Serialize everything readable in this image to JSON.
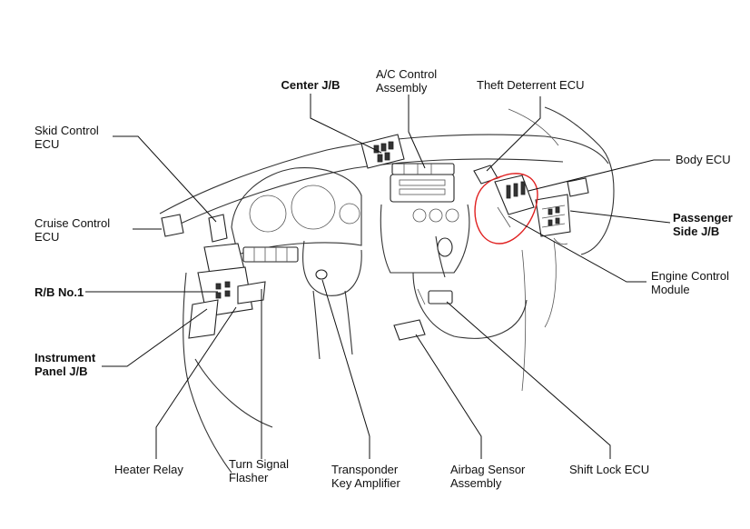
{
  "labels": {
    "center_jb": "Center J/B",
    "ac_control_1": "A/C Control",
    "ac_control_2": "Assembly",
    "theft_deterrent": "Theft Deterrent ECU",
    "skid_control_1": "Skid Control",
    "skid_control_2": "ECU",
    "body_ecu": "Body ECU",
    "cruise_control_1": "Cruise Control",
    "cruise_control_2": "ECU",
    "passenger_jb_1": "Passenger",
    "passenger_jb_2": "Side J/B",
    "rb_no1": "R/B No.1",
    "engine_control_1": "Engine Control",
    "engine_control_2": "Module",
    "instrument_jb_1": "Instrument",
    "instrument_jb_2": "Panel J/B",
    "heater_relay": "Heater Relay",
    "turn_signal_1": "Turn Signal",
    "turn_signal_2": "Flasher",
    "transponder_1": "Transponder",
    "transponder_2": "Key Amplifier",
    "airbag_1": "Airbag Sensor",
    "airbag_2": "Assembly",
    "shift_lock": "Shift Lock ECU"
  },
  "colors": {
    "line": "#333333",
    "highlight": "#e02020",
    "background": "#ffffff"
  }
}
